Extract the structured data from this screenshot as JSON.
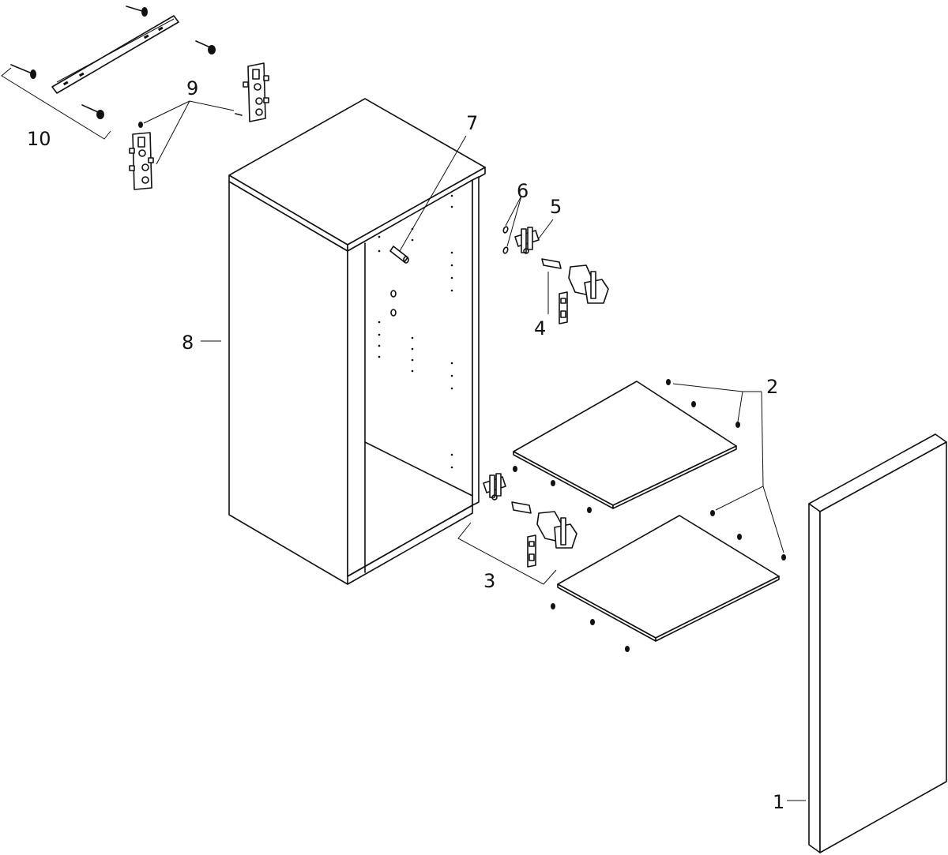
{
  "callouts": {
    "c1": "1",
    "c2": "2",
    "c3": "3",
    "c4": "4",
    "c5": "5",
    "c6": "6",
    "c7": "7",
    "c8": "8",
    "c9": "9",
    "c10": "10"
  },
  "style": {
    "line_color": "#111111",
    "background": "#ffffff"
  }
}
